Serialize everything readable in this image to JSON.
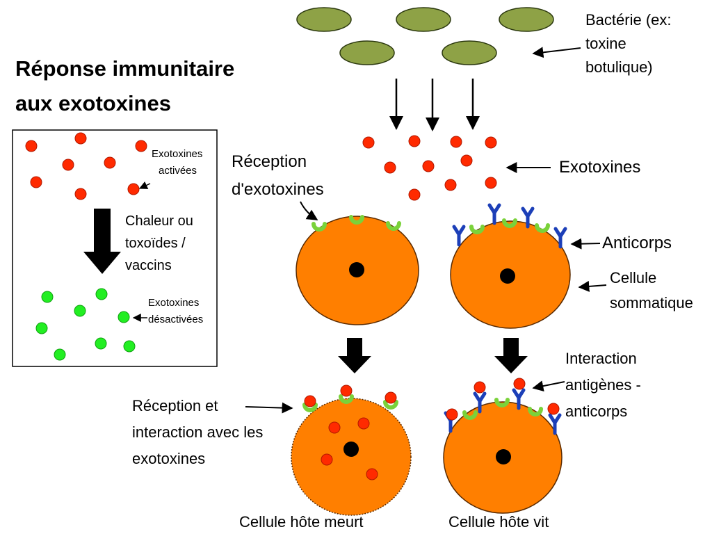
{
  "title": {
    "line1": "Réponse immunitaire",
    "line2": "aux exotoxines"
  },
  "bacteria_label": {
    "line1": "Bactérie (ex:",
    "line2": "toxine",
    "line3": "botulique)"
  },
  "exotoxines_label": "Exotoxines",
  "reception_label": {
    "line1": "Réception",
    "line2": "d'exotoxines"
  },
  "anticorps_label": "Anticorps",
  "cellule_label": {
    "line1": "Cellule",
    "line2": "sommatique"
  },
  "interaction_label": {
    "line1": "Interaction",
    "line2": "antigènes -",
    "line3": "anticorps"
  },
  "reception_interaction_label": {
    "line1": "Réception et",
    "line2": "interaction avec les",
    "line3": "exotoxines"
  },
  "outcome_dies": "Cellule hôte meurt",
  "outcome_lives": "Cellule hôte vit",
  "box": {
    "activated": {
      "line1": "Exotoxines",
      "line2": "activées"
    },
    "process": {
      "line1": "Chaleur ou",
      "line2": "toxoïdes /",
      "line3": "vaccins"
    },
    "deactivated": {
      "line1": "Exotoxines",
      "line2": "désactivées"
    }
  },
  "colors": {
    "bacteria": "#8ea246",
    "toxin_active": "#ff2a00",
    "toxin_inactive": "#22ee22",
    "cell": "#ff7f00",
    "receptor": "#7ad23a",
    "antibody": "#1c3fb8",
    "nucleus": "#000000"
  }
}
